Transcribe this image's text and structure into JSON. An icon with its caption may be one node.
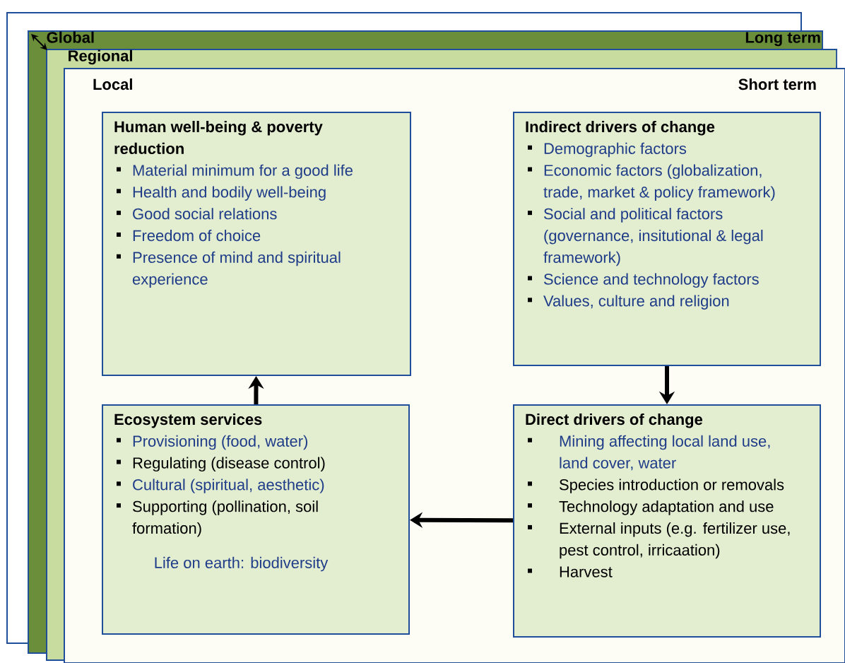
{
  "diagram": {
    "nodes": [
      {
        "text": [
          "Global",
          "Long term"
        ]
      },
      {
        "text": [
          "Regional"
        ]
      },
      {
        "text": [
          "Local",
          "Short term"
        ]
      },
      {
        "text": [
          "Human well-being & poverty reduction",
          "Material minimum for a good life",
          "Health and bodily well-being",
          "Good social relations",
          "Freedom of choice",
          "Presence of mind and spiritual experience"
        ],
        "in": 2
      },
      {
        "text": [
          "Indirect drivers of change",
          "Demographic factors",
          "Economic factors (globalization, trade, market & policy framework)",
          "Social and political factors (governance, insitutional & legal framework)",
          "Science and technology factors",
          "Values,  culture and religion"
        ],
        "in": 2
      },
      {
        "text": [
          "Ecosystem services",
          "Provisioning (food, water)",
          "Regulating (disease control)",
          "Cultural (spiritual, aesthetic)",
          "Supporting (pollination, soil formation)",
          "Life on earth: biodiversity"
        ],
        "in": 2
      },
      {
        "text": [
          "Direct drivers of change",
          "Mining affecting local land use, land cover, water",
          "Species introduction or removals",
          "Technology adaptation and use",
          "External inputs (e.g. fertilizer use, pest control, irricaation)",
          "Harvest"
        ],
        "in": 2
      }
    ],
    "edges": [
      {
        "from": 5,
        "to": 3,
        "arrow": "to"
      },
      {
        "from": 4,
        "to": 6,
        "arrow": "to"
      },
      {
        "from": 6,
        "to": 5,
        "arrow": "to"
      }
    ]
  }
}
